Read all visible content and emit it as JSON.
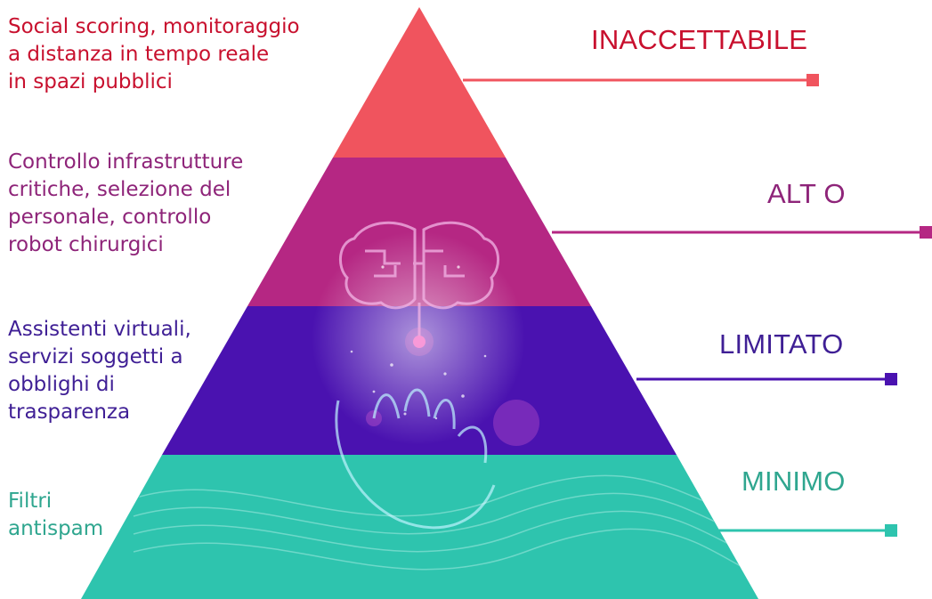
{
  "tiers": [
    {
      "id": "unacceptable",
      "level": "INACCETTABILE",
      "description": "Social scoring, monitoraggio\na distanza in tempo reale\nin spazi pubblici",
      "color": "#f0545e",
      "text_color": "#c8102e"
    },
    {
      "id": "high",
      "level": "ALT O",
      "description": "Controllo infrastrutture\ncritiche, selezione del\npersonale,  controllo\nrobot chirurgici",
      "color": "#b52783",
      "text_color": "#8e2479"
    },
    {
      "id": "limited",
      "level": "LIMITATO",
      "description": "Assistenti virtuali,\nservizi soggetti a\nobblighi di\ntrasparenza",
      "color": "#4a12b0",
      "text_color": "#3f1f95"
    },
    {
      "id": "minimal",
      "level": "MINIMO",
      "description": "Filtri\nantispam",
      "color": "#2ec4ae",
      "text_color": "#2fa68f"
    }
  ]
}
